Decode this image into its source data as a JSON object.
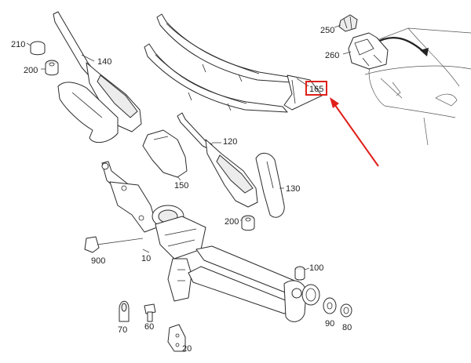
{
  "diagram": {
    "labels": {
      "p210": "210",
      "p200a": "200",
      "p140": "140",
      "p250": "250",
      "p260": "260",
      "p165": "165",
      "p120": "120",
      "p150": "150",
      "p130": "130",
      "p200b": "200",
      "p900": "900",
      "p10": "10",
      "p100": "100",
      "p70": "70",
      "p60": "60",
      "p90": "90",
      "p80": "80",
      "p20": "20"
    },
    "highlight_color": "#e0201a",
    "line_color": "#2b2b2b"
  }
}
